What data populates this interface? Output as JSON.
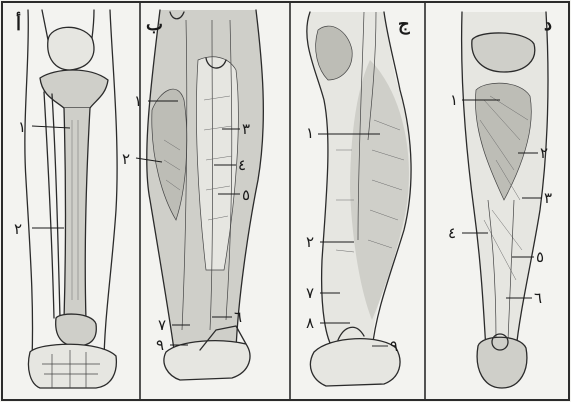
{
  "panels": [
    {
      "letter": "أ",
      "labels": [
        "١",
        "٢"
      ]
    },
    {
      "letter": "ب",
      "labels": [
        "١",
        "٢",
        "٣",
        "٤",
        "٥",
        "٦",
        "٧",
        "٩"
      ]
    },
    {
      "letter": "ج",
      "labels": [
        "١",
        "٢",
        "٧",
        "٨",
        "٩"
      ]
    },
    {
      "letter": "د",
      "labels": [
        "١",
        "٢",
        "٣",
        "٤",
        "٥",
        "٦"
      ]
    }
  ]
}
